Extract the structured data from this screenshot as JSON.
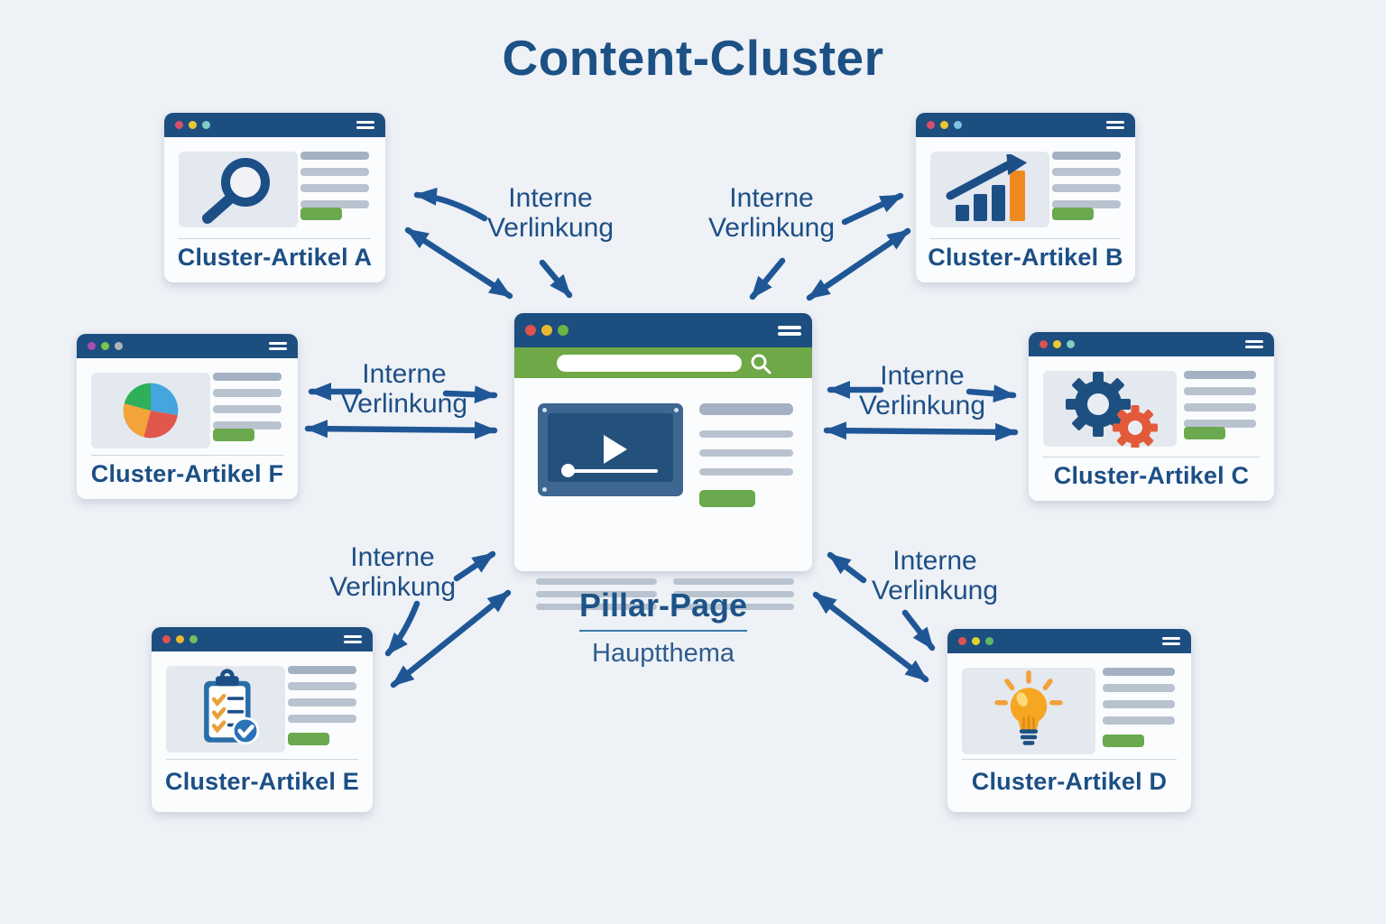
{
  "title": "Content-Cluster",
  "pillar": {
    "label": "Pillar-Page",
    "sublabel": "Hauptthema"
  },
  "link_label": {
    "line1": "Interne",
    "line2": "Verlinkung"
  },
  "cards": [
    {
      "id": "A",
      "label": "Cluster-Artikel A",
      "icon": "magnifier-icon"
    },
    {
      "id": "B",
      "label": "Cluster-Artikel B",
      "icon": "bar-chart-icon"
    },
    {
      "id": "F",
      "label": "Cluster-Artikel F",
      "icon": "pie-chart-icon"
    },
    {
      "id": "C",
      "label": "Cluster-Artikel C",
      "icon": "gears-icon"
    },
    {
      "id": "E",
      "label": "Cluster-Artikel E",
      "icon": "checklist-icon"
    },
    {
      "id": "D",
      "label": "Cluster-Artikel D",
      "icon": "lightbulb-icon"
    }
  ],
  "colors": {
    "background": "#eef1f6",
    "titlebar_blue": "#1d4e80",
    "heading_blue": "#1b5185",
    "arrow_blue": "#1f5796",
    "search_green": "#6fa846",
    "button_green": "#6aa94d",
    "accent_orange": "#ef8a21",
    "skeleton_gray": "#b9c3cf"
  }
}
